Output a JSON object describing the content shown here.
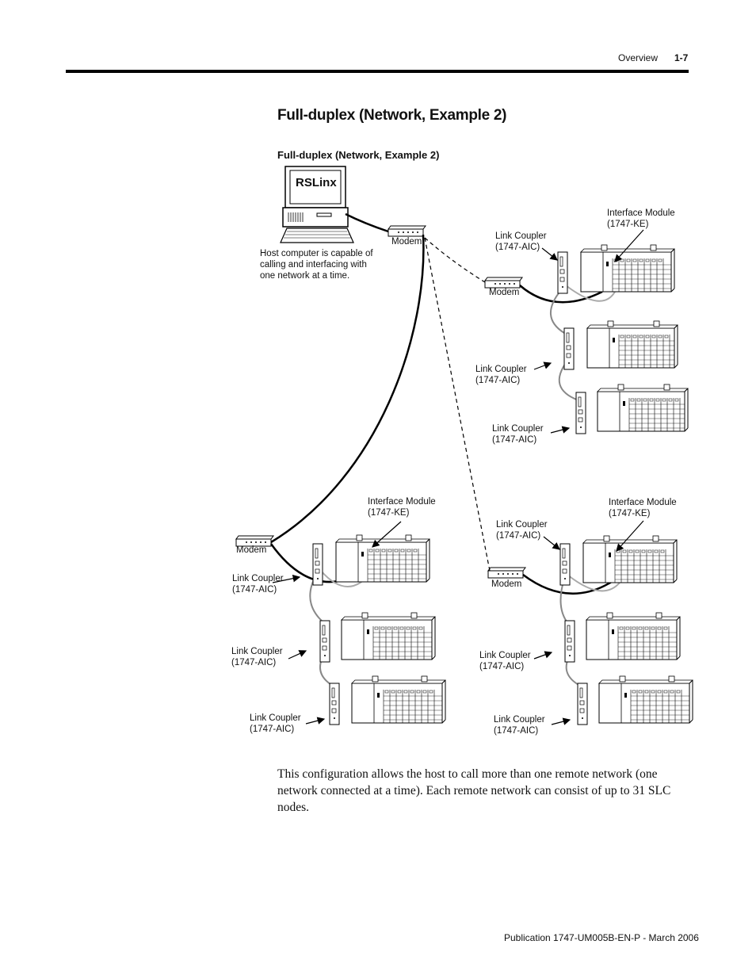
{
  "header": {
    "section": "Overview",
    "page_number": "1-7"
  },
  "section_title": "Full-duplex (Network, Example 2)",
  "figure": {
    "title": "Full-duplex (Network, Example 2)",
    "host_screen_label": "RSLinx",
    "host_caption": [
      "Host computer is capable of",
      "calling and interfacing with",
      "one network at a time."
    ],
    "labels": {
      "modem_host": "Modem",
      "modem_net1": "Modem",
      "modem_net2": "Modem",
      "modem_net3": "Modem",
      "interface_module": [
        "Interface Module",
        "(1747-KE)"
      ],
      "link_coupler": [
        "Link Coupler",
        "(1747-AIC)"
      ]
    }
  },
  "body_text": "This configuration allows the host to call more than one remote network (one network connected at a time). Each remote network can consist of up to 31 SLC nodes.",
  "footer": "Publication 1747-UM005B-EN-P - March 2006"
}
